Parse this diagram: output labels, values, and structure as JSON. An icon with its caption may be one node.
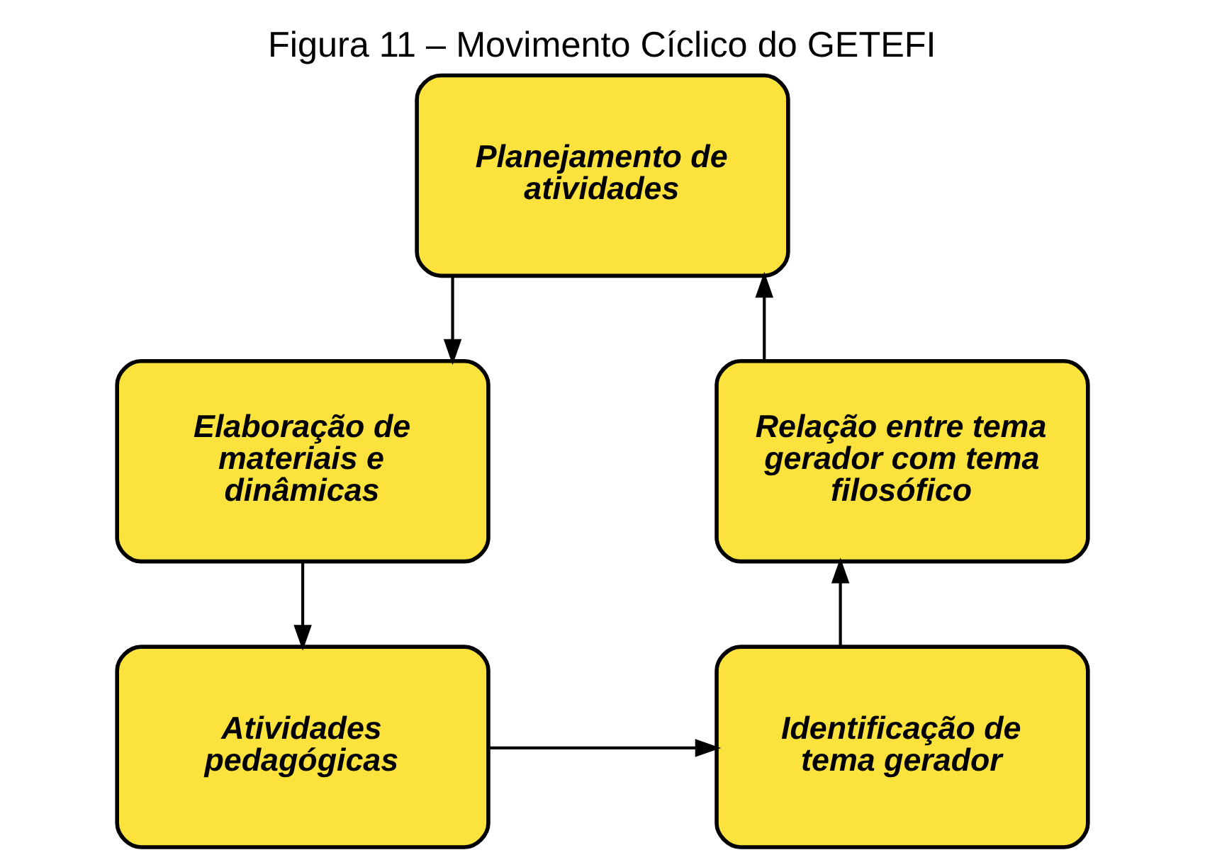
{
  "diagram": {
    "title": "Figura 11 – Movimento Cíclico do GETEFI",
    "nodes": [
      {
        "text": [
          "Planejamento de atividades"
        ]
      },
      {
        "text": [
          "Elaboração de materiais e dinâmicas"
        ]
      },
      {
        "text": [
          "Atividades pedagógicas"
        ]
      },
      {
        "text": [
          "Identificação de tema gerador"
        ]
      },
      {
        "text": [
          "Relação entre tema gerador com tema filosófico"
        ]
      }
    ],
    "edges": [
      {
        "from": 0,
        "to": 1,
        "arrow": "to"
      },
      {
        "from": 1,
        "to": 2,
        "arrow": "to"
      },
      {
        "from": 2,
        "to": 3,
        "arrow": "to"
      },
      {
        "from": 3,
        "to": 4,
        "arrow": "to"
      },
      {
        "from": 4,
        "to": 0,
        "arrow": "to"
      }
    ]
  }
}
